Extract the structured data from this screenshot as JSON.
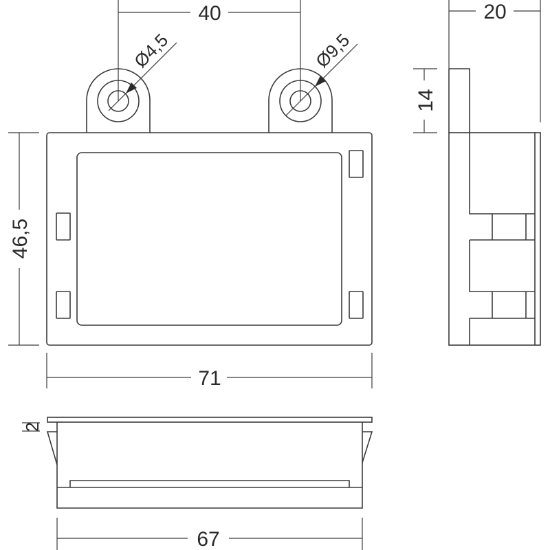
{
  "drawing": {
    "type": "technical-drawing",
    "stroke_color": "#3a3a3a",
    "background": "#ffffff",
    "views": {
      "front": {
        "label": "front-view",
        "width_mm": "71",
        "height_mm": "46,5",
        "hole_spacing_mm": "40",
        "hole_diameter": "Ø4,5",
        "boss_diameter": "Ø9,5"
      },
      "side": {
        "label": "side-view",
        "depth_mm": "20",
        "tab_height_mm": "14"
      },
      "bottom": {
        "label": "bottom-view",
        "width_mm": "67",
        "flange_mm": "2"
      }
    }
  }
}
